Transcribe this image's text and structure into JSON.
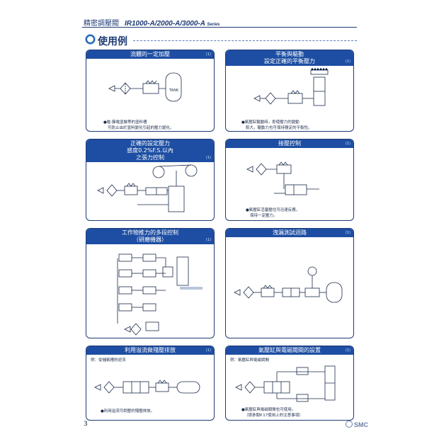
{
  "header": {
    "title": "精密調壓閥",
    "series": "IR1000-A/2000-A/3000-A",
    "series_suffix": "Series"
  },
  "section_title": "使用例",
  "panels": [
    {
      "title": [
        "流體的一定加壓"
      ],
      "tag": "(1)",
      "tank_label": "TANK",
      "note": [
        "●槍·靜電塗裝等的塗料槽",
        "可防止由於塗料變化引起的壓力變化。"
      ]
    },
    {
      "title": [
        "平衡與驅動",
        "設定正確的平衡壓力"
      ],
      "tag": "(1)",
      "note": [
        "●氣壓缸驅動時，即使壓力的變動",
        "較大，驅動力也可保持穩定的平衡性。"
      ]
    },
    {
      "title": [
        "正確的設定壓力",
        "感度0.2%F.S.以內",
        "之張力控制"
      ],
      "tag": "(1)",
      "note": []
    },
    {
      "title": [
        "接壓控制"
      ],
      "tag": "(1)",
      "note": [
        "●氣壓缸活塞壓住可迅速反應，",
        "保持一定壓力。"
      ]
    },
    {
      "title": [
        "工作物推力的多段控制",
        "（研磨機器）"
      ],
      "tag": "(1)",
      "note": []
    },
    {
      "title": [
        "洩漏測試迴路"
      ],
      "tag": "(1)",
      "note": []
    },
    {
      "title": [
        "利用溢流做殘壓排放"
      ],
      "tag": "(1)",
      "subtitle": "例：從儲氣槽的逆流",
      "note": [
        "●利用溢流可調整的殘壓排放。"
      ]
    },
    {
      "title": [
        "氣壓缸與電磁閥間的設置"
      ],
      "tag": "(1)",
      "subtitle": "例：氣壓缸與電磁閥間",
      "note": [
        "●氣壓缸與電磁閥間也可使用。",
        "（請參閱P.17使用上的注意事項）"
      ]
    }
  ],
  "footer": {
    "page": "3",
    "brand": "SMC"
  }
}
